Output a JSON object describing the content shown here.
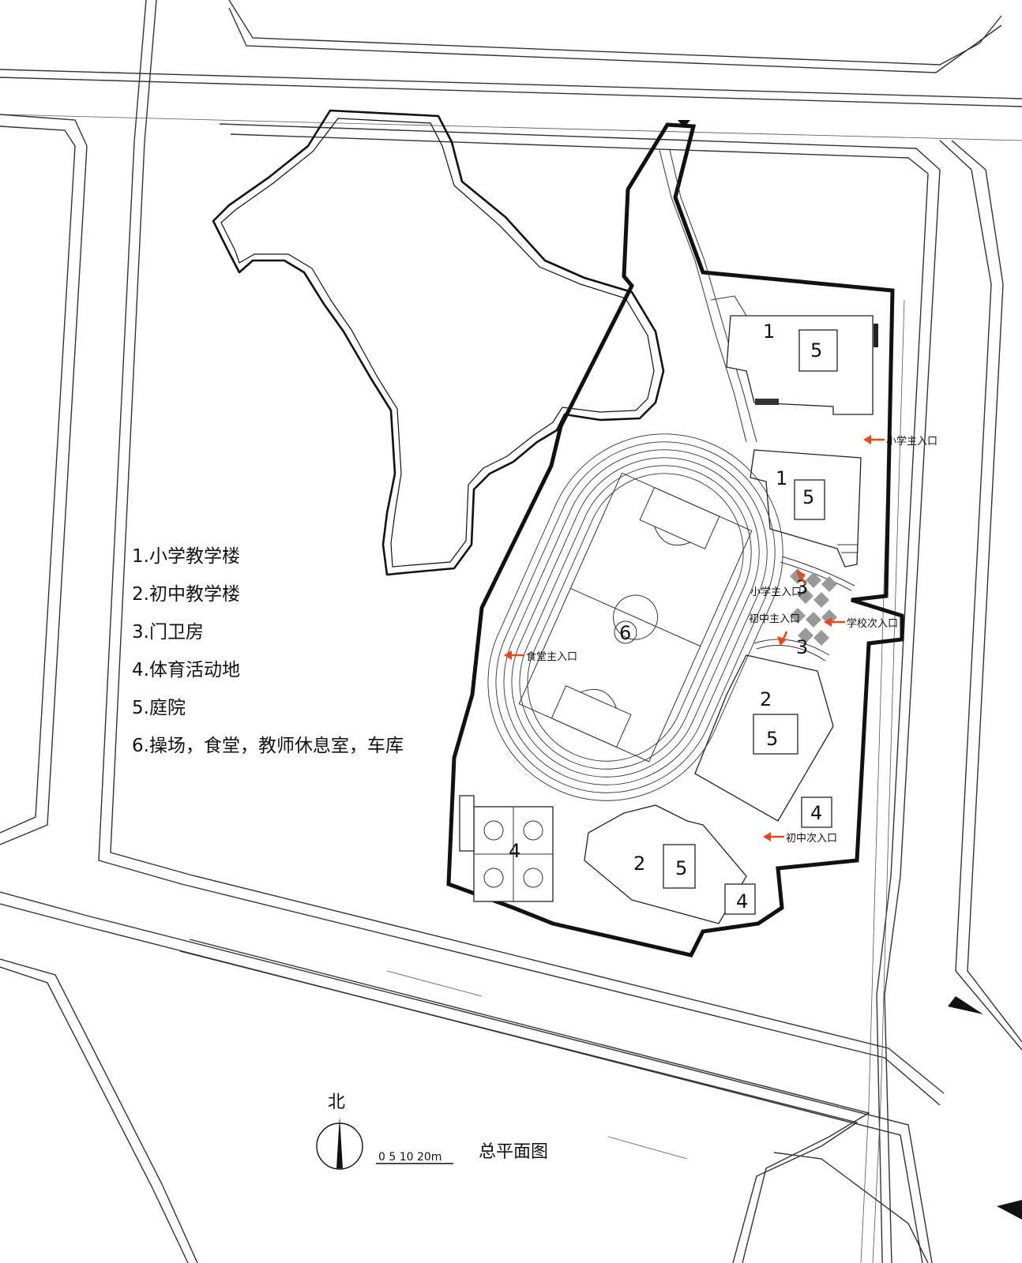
{
  "legend": {
    "items": [
      "1.小学教学楼",
      "2.初中教学楼",
      "3.门卫房",
      "4.体育活动地",
      "5.庭院",
      "6.操场，食堂，教师休息室，车库"
    ]
  },
  "labels": {
    "primary_building": "1",
    "middle_building": "2",
    "guard_house": "3",
    "sports_ground": "4",
    "courtyard": "5",
    "playground": "6"
  },
  "entrances": {
    "primary_main": "小学主入口",
    "school_secondary": "学校次入口",
    "middle_secondary": "初中次入口",
    "canteen_main": "食堂主入口",
    "primary_main_small": "小学主入口",
    "middle_main_small": "初中主入口"
  },
  "map": {
    "title": "总平面图",
    "north_label": "北",
    "scale_text": "0  5 10  20m",
    "entry_arrow_color": "#e8481c"
  }
}
